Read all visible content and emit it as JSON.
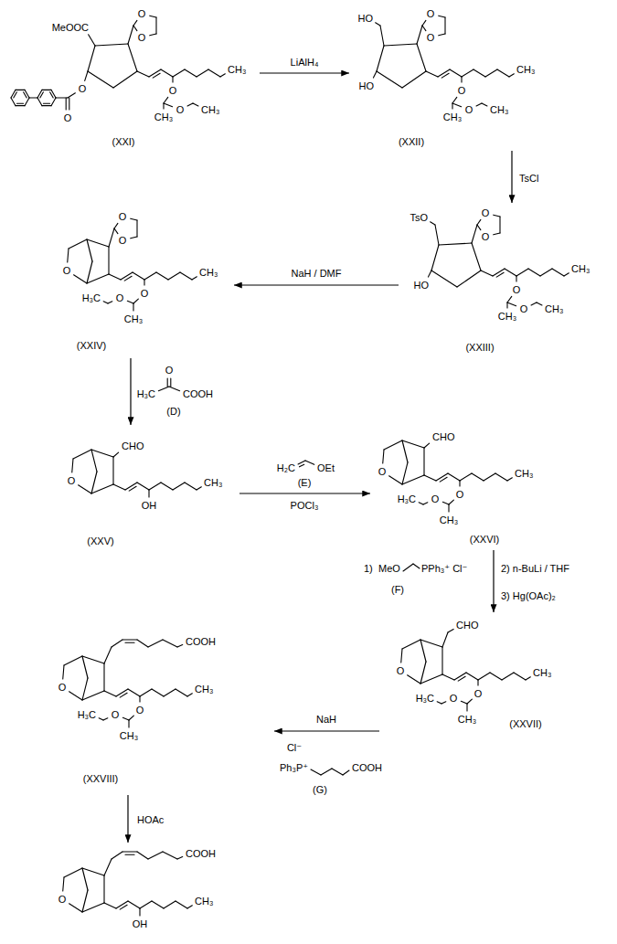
{
  "diagram": {
    "nodes": [
      {
        "text": [
          "MeOOC",
          "O",
          "O",
          "O",
          "O",
          "CH₃",
          "O",
          "CH₃",
          "O",
          "CH₃",
          "(XXI)"
        ]
      },
      {
        "text": [
          "HO",
          "O",
          "O",
          "HO",
          "CH₃",
          "O",
          "CH₃",
          "O",
          "CH₃",
          "(XXII)"
        ]
      },
      {
        "text": [
          "O",
          "O",
          "O",
          "CH₃",
          "O",
          "CH₃",
          "O",
          "H₃C",
          "(XXIV)"
        ]
      },
      {
        "text": [
          "TsO",
          "O",
          "O",
          "HO",
          "CH₃",
          "O",
          "CH₃",
          "O",
          "CH₃",
          "(XXIII)"
        ]
      },
      {
        "text": [
          "O",
          "CHO",
          "CH₃",
          "OH",
          "(XXV)"
        ]
      },
      {
        "text": [
          "O",
          "CHO",
          "CH₃",
          "O",
          "CH₃",
          "O",
          "H₃C",
          "(XXVI)"
        ]
      },
      {
        "text": [
          "O",
          "COOH",
          "CH₃",
          "O",
          "CH₃",
          "O",
          "H₃C",
          "(XXVIII)"
        ]
      },
      {
        "text": [
          "O",
          "CHO",
          "CH₃",
          "O",
          "CH₃",
          "O",
          "H₃C",
          "(XXVII)"
        ]
      },
      {
        "text": [
          "O",
          "COOH",
          "CH₃",
          "OH"
        ]
      }
    ],
    "edges": [
      {
        "from": 0,
        "to": 1,
        "arrow": "to",
        "label": "LiAlH₄"
      },
      {
        "from": 1,
        "to": 3,
        "arrow": "to",
        "label": "TsCl"
      },
      {
        "from": 3,
        "to": 2,
        "arrow": "to",
        "label": "NaH / DMF"
      },
      {
        "from": 2,
        "to": 4,
        "arrow": "to",
        "label": "(D)"
      },
      {
        "from": 4,
        "to": 5,
        "arrow": "to",
        "label": "POCl₃"
      },
      {
        "from": 5,
        "to": 7,
        "arrow": "to",
        "label": "2) n-BuLi / THF"
      },
      {
        "from": 7,
        "to": 6,
        "arrow": "to",
        "label": "NaH"
      },
      {
        "from": 6,
        "to": 8,
        "arrow": "to",
        "label": "HOAc"
      }
    ],
    "labels": [
      "H₃C",
      "O",
      "COOH",
      "H₂C",
      "OEt",
      "(E)",
      "1)",
      "MeO",
      "PPh₃⁺ Cl⁻",
      "(F)",
      "3) Hg(OAc)₂",
      "Cl⁻",
      "Ph₃P⁺",
      "COOH",
      "(G)"
    ]
  }
}
